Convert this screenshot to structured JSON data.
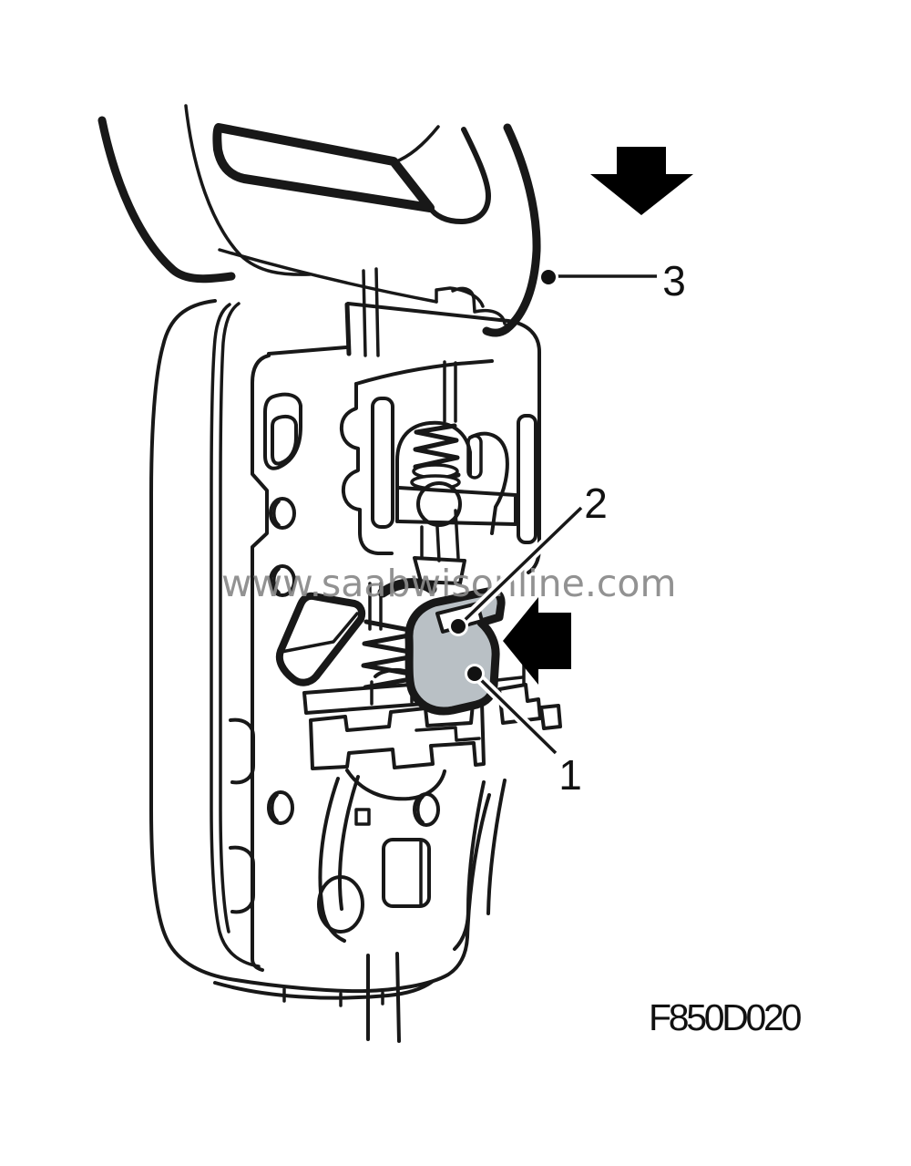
{
  "diagram": {
    "watermark_text": "www.saabwisonline.com",
    "figure_code": "F850D020",
    "callout_1": "1",
    "callout_2": "2",
    "callout_3": "3",
    "icons": {
      "down_arrow": "solid-down-arrow",
      "left_arrow": "solid-left-arrow"
    },
    "colors": {
      "line": "#181818",
      "arrow_fill": "#000000",
      "highlight_part_fill": "#b9c0c5",
      "watermark_gray": "#8a8a8a",
      "background": "#ffffff"
    }
  }
}
